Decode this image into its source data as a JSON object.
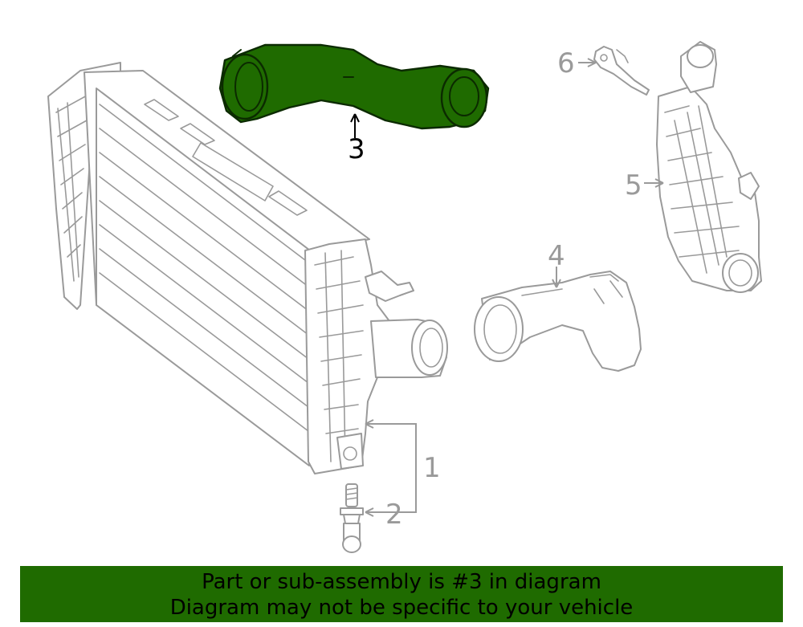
{
  "diagram": {
    "callouts": {
      "c1": "1",
      "c2": "2",
      "c3": "3",
      "c4": "4",
      "c5": "5",
      "c6": "6"
    },
    "highlight_color": "#1f6b00",
    "highlighted_part": "3"
  },
  "banner": {
    "line1": "Part or sub-assembly is #3 in diagram",
    "line2": "Diagram may not be specific to your vehicle",
    "background": "#1f6b00"
  }
}
